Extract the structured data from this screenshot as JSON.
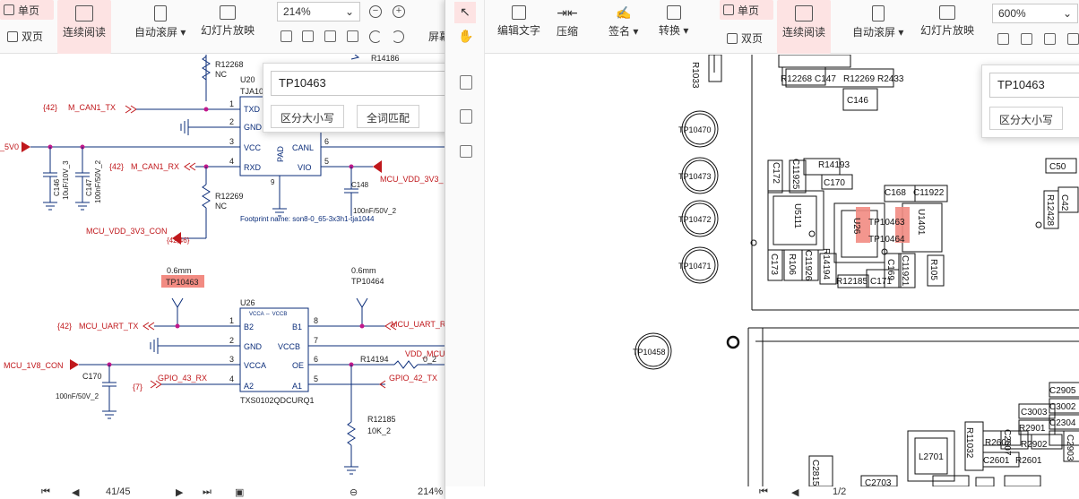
{
  "left": {
    "toolbar": {
      "single_page": "单页",
      "double_page": "双页",
      "continuous": "连续阅读",
      "auto_scroll": "自动滚屏",
      "slideshow": "幻灯片放映",
      "zoom": "214%",
      "fullscreen_partial": "屏幕"
    },
    "find": {
      "value": "TP10463",
      "case_btn": "区分大小写",
      "word_btn": "全词匹配"
    },
    "page": "41/45",
    "zoom_bottom": "214%",
    "schematic": {
      "u20_ref": "U20",
      "u20_part": "TJA10",
      "r12268": "R12268",
      "r12268_v": "NC",
      "r14186": "R14186",
      "net42a": "{42}",
      "m_can1_tx": "M_CAN1_TX",
      "txd": "TXD",
      "gnd": "GND",
      "vcc": "VCC",
      "rxd": "RXD",
      "canl": "CANL",
      "vio": "VIO",
      "pad": "PAD",
      "pin1": "1",
      "pin2": "2",
      "pin3": "3",
      "pin4": "4",
      "pin6": "6",
      "pin5": "5",
      "pin9": "9",
      "v5": "_5V0",
      "c146": "C146",
      "c146_v": "10uF/10V_3",
      "c147": "C147",
      "c147_v": "100nF/50V_2",
      "net42b": "{42}",
      "m_can1_rx": "M_CAN1_RX",
      "r12269": "R12269",
      "r12269_v": "NC",
      "c148": "C148",
      "c148_v": "100nF/50V_2",
      "mcu_vdd_3v3": "MCU_VDD_3V3_",
      "footprint": "Footprint name: son8-0_65-3x3h1-tja1044",
      "mcu_vdd_3v3_con": "MCU_VDD_3V3_CON",
      "net4246": "{42,46}",
      "tp_a_size": "0.6mm",
      "tp10463": "TP10463",
      "tp_b_size": "0.6mm",
      "tp10464": "TP10464",
      "u26": "U26",
      "vcca_vccb": "VCCA ⇔ VCCB",
      "b2": "B2",
      "gnd2": "GND",
      "vcca": "VCCA",
      "a2": "A2",
      "b1": "B1",
      "vccb": "VCCB",
      "oe": "OE",
      "a1": "A1",
      "p8": "8",
      "p7": "7",
      "p6": "6",
      "p5": "5",
      "net42c": "{42}",
      "mcu_uart_tx": "MCU_UART_TX",
      "mcu_uart_r": "MCU_UART_R",
      "mcu_1v8": "MCU_1V8_CON",
      "vdd_mcu": "VDD_MCU",
      "r14194": "R14194",
      "r14194_v": "0_2",
      "c170": "C170",
      "c170_v": "100nF/50V_2",
      "net7": "{7}",
      "gpio43": "GPIO_43_RX",
      "gpio42": "GPIO_42_TX",
      "u26_part": "TXS0102QDCURQ1",
      "r12185": "R12185",
      "r12185_v": "10K_2"
    }
  },
  "right": {
    "toolbar": {
      "edit_text": "编辑文字",
      "compress": "压缩",
      "sign": "签名",
      "convert": "转换",
      "single_page": "单页",
      "double_page": "双页",
      "continuous": "连续阅读",
      "auto_scroll": "自动滚屏",
      "slideshow": "幻灯片放映",
      "zoom": "600%"
    },
    "find": {
      "value": "TP10463",
      "case_btn": "区分大小写"
    },
    "layout": {
      "tp10470": "TP10470",
      "tp10473": "TP10473",
      "tp10472": "TP10472",
      "tp10471": "TP10471",
      "tp10458": "TP10458",
      "r1033": "R1033",
      "r12268": "R12268",
      "c147": "C147",
      "r12269": "R12269",
      "r2433": "R2433",
      "c146": "C146",
      "c172": "C172",
      "c11925": "C11925",
      "r14193": "R14193",
      "c170": "C170",
      "c168": "C168",
      "c11922": "C11922",
      "c50": "C50",
      "c42": "C42",
      "r12428": "R12428",
      "u5111": "U5111",
      "u26": "U26",
      "tp10463": "TP10463",
      "tp10464": "TP10464",
      "u1401": "U1401",
      "c173": "C173",
      "r106": "R106",
      "c11926": "C11926",
      "r14194": "R14194",
      "r12185": "R12185",
      "c171": "C171",
      "c169": "C169",
      "c11921": "C11921",
      "r105": "R105",
      "c2905": "C2905",
      "c3003": "C3003",
      "c3002": "C3002",
      "c2304": "C2304",
      "r2901": "R2901",
      "r2902": "R2902",
      "c2607": "C2607",
      "r2602": "R2602",
      "c2601": "C2601",
      "r2601": "R2601",
      "l2701": "L2701",
      "r11032": "R11032",
      "c2815": "C2815",
      "c2703": "C2703",
      "c2903": "C2903"
    },
    "page": "1/2"
  },
  "colors": {
    "net": "#c0181c",
    "wire": "#0b2d7a",
    "pin": "#8b1a1a",
    "magenta": "#c2188b",
    "highlight": "#f28b82"
  }
}
